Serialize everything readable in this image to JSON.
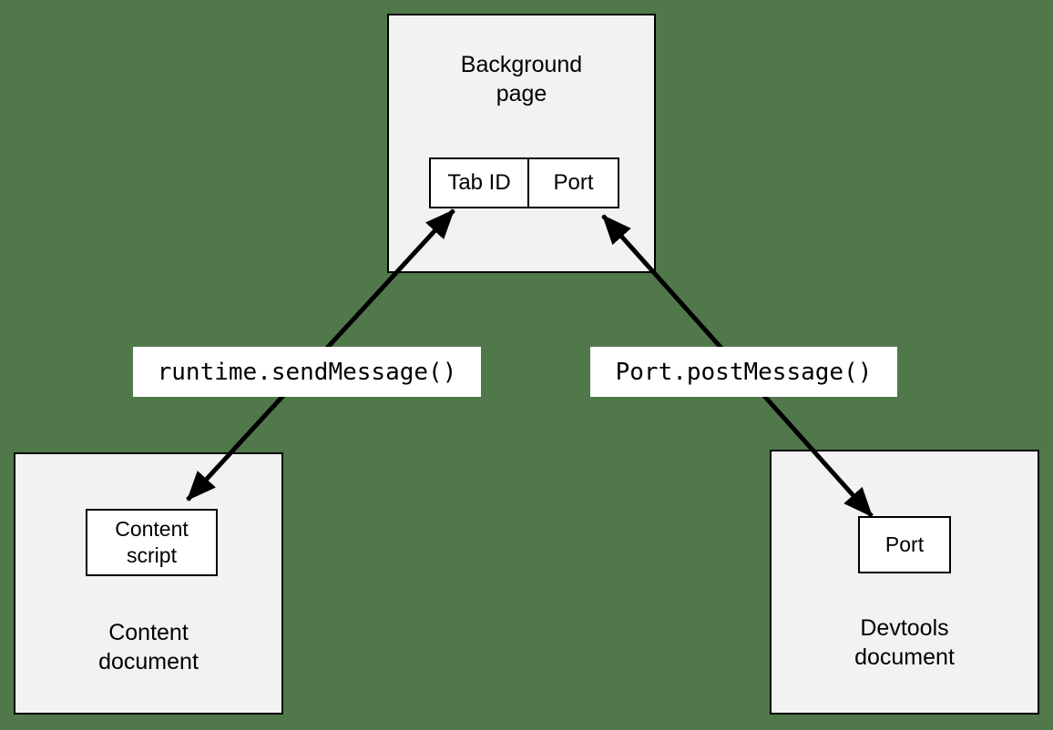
{
  "canvas": {
    "background_color": "#50784b"
  },
  "background_page": {
    "title": "Background\npage",
    "tab_id_cell": "Tab ID",
    "port_cell": "Port"
  },
  "content_document": {
    "title": "Content\ndocument",
    "content_script": "Content\nscript"
  },
  "devtools_document": {
    "title": "Devtools\ndocument",
    "port": "Port"
  },
  "edges": {
    "runtime_send_message": {
      "label": "runtime.sendMessage()"
    },
    "port_post_message": {
      "label": "Port.postMessage()"
    }
  }
}
